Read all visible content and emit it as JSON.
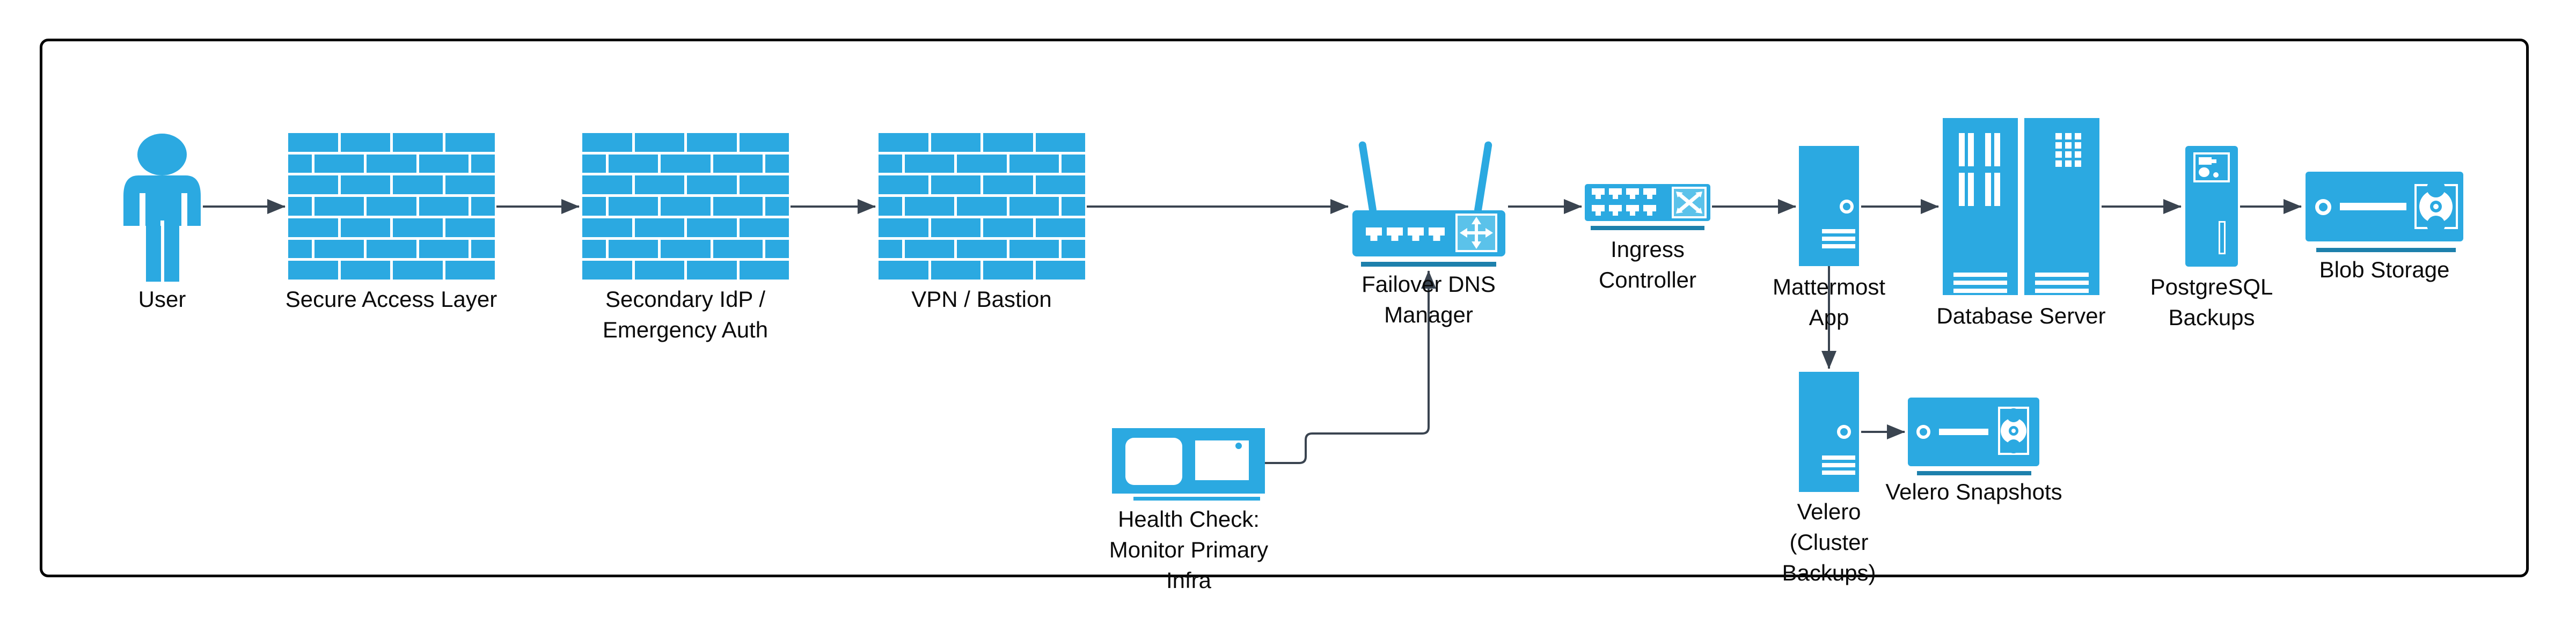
{
  "title": "Mattermost failover infrastructure diagram",
  "colors": {
    "blue": "#2BA9E1",
    "light": "#5BC2EA",
    "dark": "#1D80AC",
    "wire": "#3A4450"
  },
  "nodes": {
    "user": {
      "label": "User"
    },
    "secure_access": {
      "label": "Secure Access Layer"
    },
    "secondary_idp": {
      "lines": [
        "Secondary IdP /",
        "Emergency Auth"
      ]
    },
    "vpn": {
      "label": "VPN / Bastion"
    },
    "failover_dns": {
      "lines": [
        "Failover DNS",
        "Manager"
      ]
    },
    "ingress": {
      "lines": [
        "Ingress",
        "Controller"
      ]
    },
    "mattermost": {
      "lines": [
        "Mattermost",
        "App"
      ]
    },
    "database": {
      "label": "Database Server"
    },
    "pg_backups": {
      "lines": [
        "PostgreSQL",
        "Backups"
      ]
    },
    "blob": {
      "label": "Blob Storage"
    },
    "health": {
      "lines": [
        "Health Check:",
        "Monitor Primary",
        "Infra"
      ]
    },
    "velero": {
      "lines": [
        "Velero",
        "(Cluster",
        "Backups)"
      ]
    },
    "velero_snapshots": {
      "label": "Velero Snapshots"
    }
  },
  "edges": [
    "user->secure_access",
    "secure_access->secondary_idp",
    "secondary_idp->vpn",
    "vpn->failover_dns",
    "failover_dns->ingress",
    "ingress->mattermost",
    "mattermost->database",
    "database->pg_backups",
    "pg_backups->blob",
    "mattermost->velero",
    "velero->velero_snapshots",
    "health->failover_dns"
  ]
}
